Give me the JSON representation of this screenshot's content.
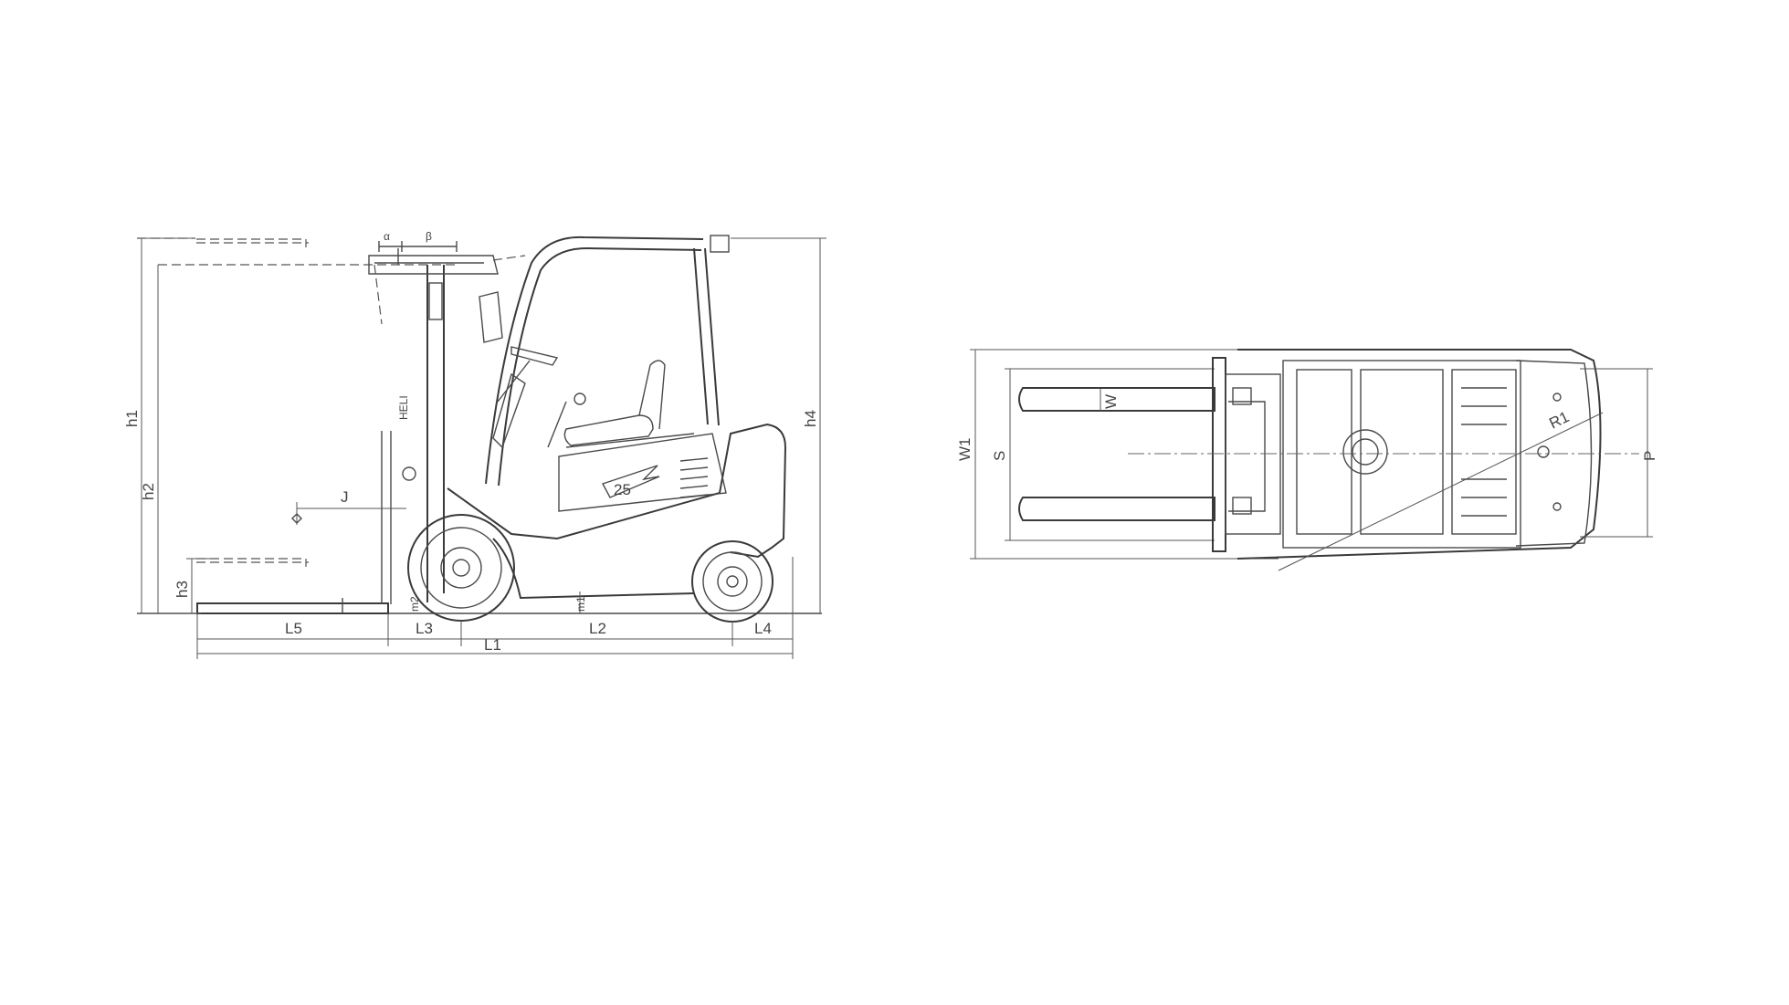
{
  "side_view": {
    "labels": {
      "h1": "h1",
      "h2": "h2",
      "h3": "h3",
      "h4": "h4",
      "L1": "L1",
      "L2": "L2",
      "L3": "L3",
      "L4": "L4",
      "L5": "L5",
      "J": "J",
      "alpha": "α",
      "beta": "β",
      "m1": "m1",
      "m2": "m2",
      "badge": "25"
    },
    "brand_mark": "HELI"
  },
  "top_view": {
    "labels": {
      "W1": "W1",
      "S": "S",
      "W": "W",
      "R1": "R1",
      "P": "P"
    }
  }
}
